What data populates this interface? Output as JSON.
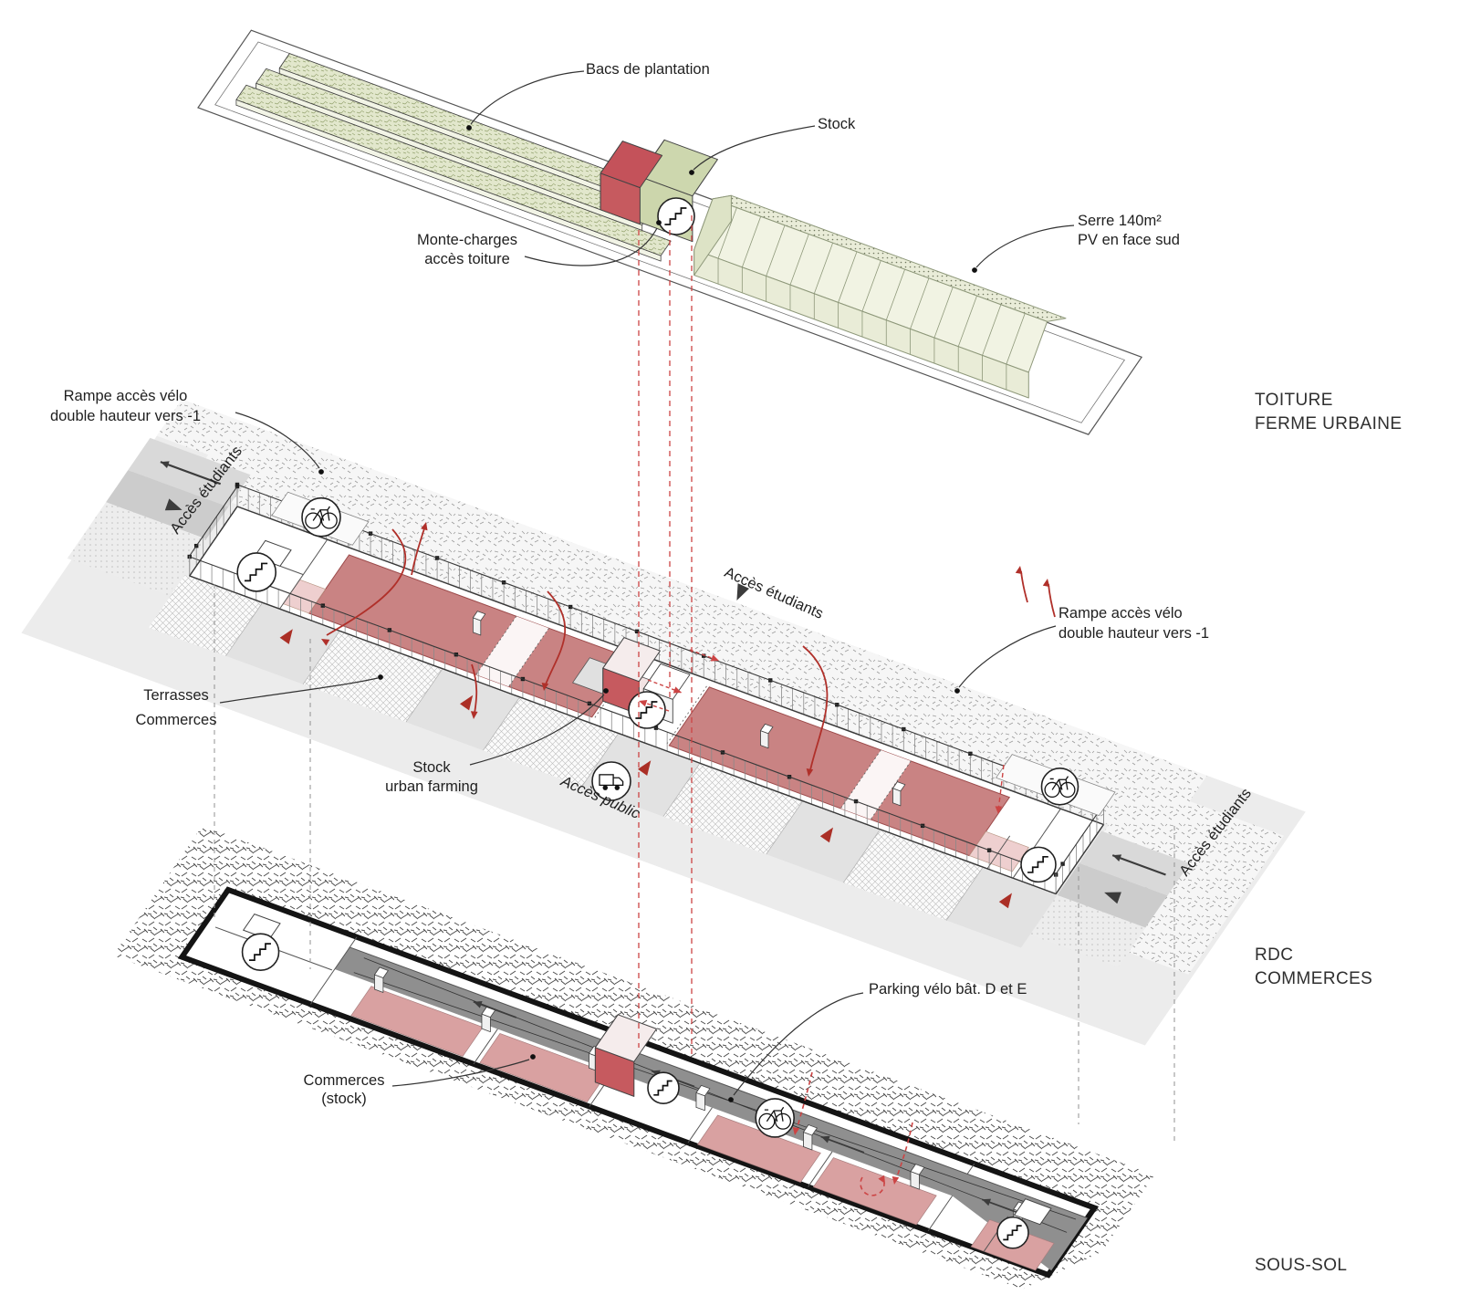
{
  "captions": {
    "roof1": "TOITURE",
    "roof2": "FERME URBAINE",
    "rdc1": "RDC",
    "rdc2": "COMMERCES",
    "basement": "SOUS-SOL"
  },
  "labels": {
    "bacs": "Bacs de plantation",
    "stock_roof": "Stock",
    "serre1": "Serre 140m²",
    "serre2": "PV en face sud",
    "monte1": "Monte-charges",
    "monte2": "accès toiture",
    "rampe1": "Rampe accès vélo",
    "rampe2": "double hauteur vers -1",
    "acces_etudiants": "Accès étudiants",
    "terrasses1": "Terrasses",
    "terrasses2": "Commerces",
    "stock_uf1": "Stock",
    "stock_uf2": "urban farming",
    "acces_public": "Accès public",
    "parking": "Parking vélo bât. D et E",
    "commerces1": "Commerces",
    "commerces2": "(stock)"
  },
  "icons": {
    "stairs": "stairs-icon",
    "bicycle": "bicycle-icon",
    "truck": "truck-icon"
  },
  "colors": {
    "plate": "#ececec",
    "band1": "#d9d9d9",
    "band2": "#cccccc",
    "red_floor": "#c98383",
    "red_floor_edge": "#9c4b4b",
    "pink_light": "#eecfcf",
    "basement_pink": "#d9a1a1",
    "corridor": "#8f8f8f",
    "monte_top": "#c4525a",
    "monte_side": "#a93c42",
    "monte_front": "#c65a5f",
    "stock_top": "#cdd7ae",
    "stock_side": "#b7c492",
    "stock_front": "#ccd6ac",
    "bed_green": "#e2e7cc",
    "glass": "#f1f3e3",
    "glass_wall": "#e9ecd7",
    "glass_gable": "#dde3c6",
    "glass_stroke": "#8e987a",
    "accent_red": "#b0302a",
    "dash_red": "#cc4444",
    "dash_gray": "#9a9a9a",
    "wall_line": "#3a3a3a",
    "black_wall": "#141414",
    "arrow_dark": "#3c3c3c",
    "tri_red": "#ab2f26"
  }
}
